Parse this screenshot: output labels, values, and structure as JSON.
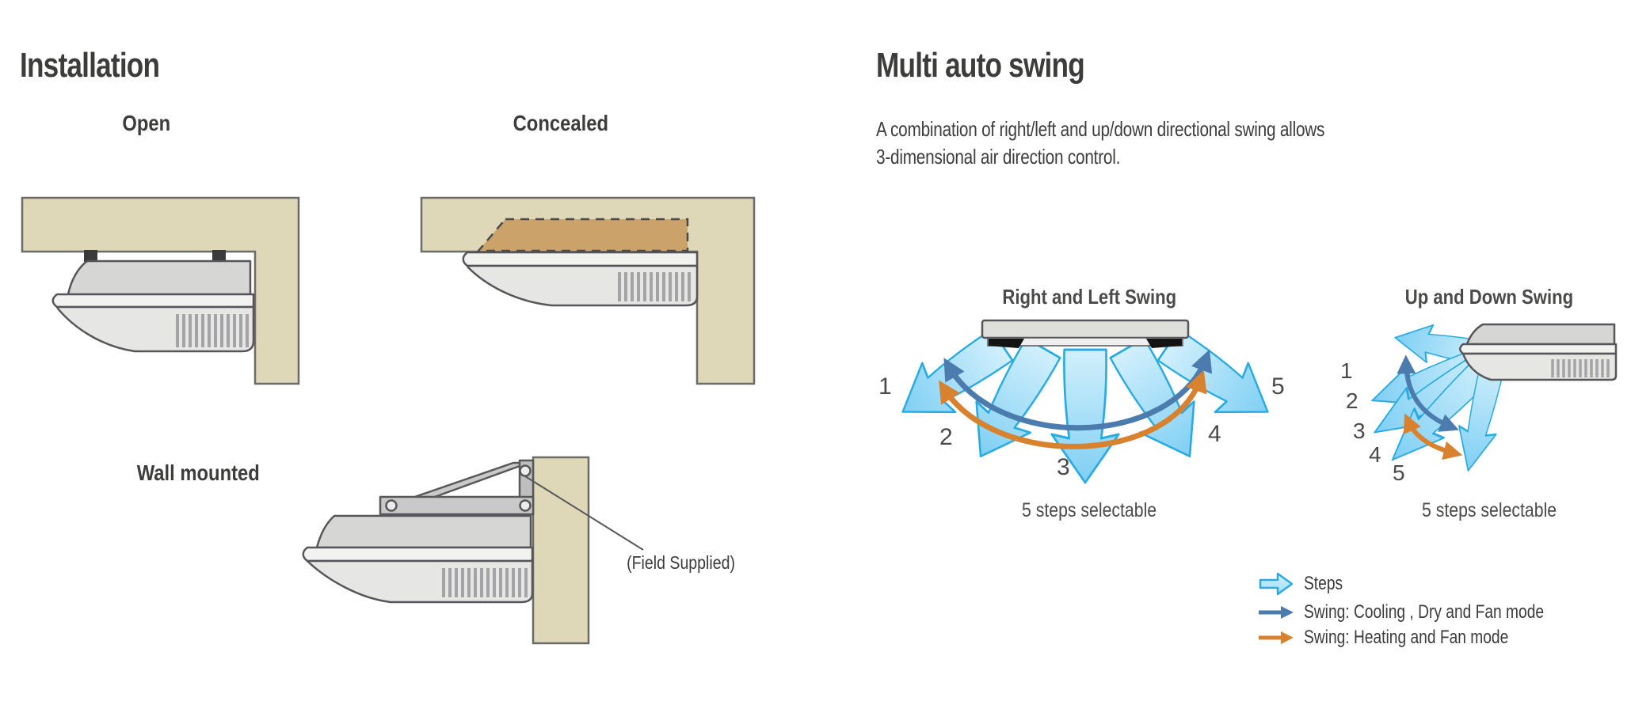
{
  "installation": {
    "title": "Installation",
    "diagrams": {
      "open_label": "Open",
      "concealed_label": "Concealed",
      "wall_label": "Wall mounted",
      "field_supplied_note": "(Field Supplied)"
    }
  },
  "multi_auto_swing": {
    "title": "Multi auto swing",
    "description_line1": "A combination of right/left and up/down directional swing allows",
    "description_line2": "3-dimensional air direction control.",
    "right_left": {
      "heading": "Right and Left Swing",
      "steps": [
        "1",
        "2",
        "3",
        "4",
        "5"
      ],
      "caption": "5 steps selectable"
    },
    "up_down": {
      "heading": "Up and Down Swing",
      "steps": [
        "1",
        "2",
        "3",
        "4",
        "5"
      ],
      "caption": "5 steps selectable"
    },
    "legend": [
      {
        "icon": "steps-arrow-icon",
        "label": "Steps"
      },
      {
        "icon": "cooling-swing-arrow-icon",
        "label": "Swing: Cooling , Dry and Fan  mode"
      },
      {
        "icon": "heating-swing-arrow-icon",
        "label": "Swing: Heating and Fan mode"
      }
    ]
  },
  "colors": {
    "heading_text": "#3C3C3B",
    "ceiling_beige": "#DED7B8",
    "concealed_tan": "#CBA36A",
    "unit_gray": "#E6E6E5",
    "steps_arrow_fill": "#A9DFF7",
    "steps_arrow_stroke": "#29ABE2",
    "cooling_swing_blue": "#4C7CAE",
    "heating_swing_orange": "#D8822F"
  }
}
